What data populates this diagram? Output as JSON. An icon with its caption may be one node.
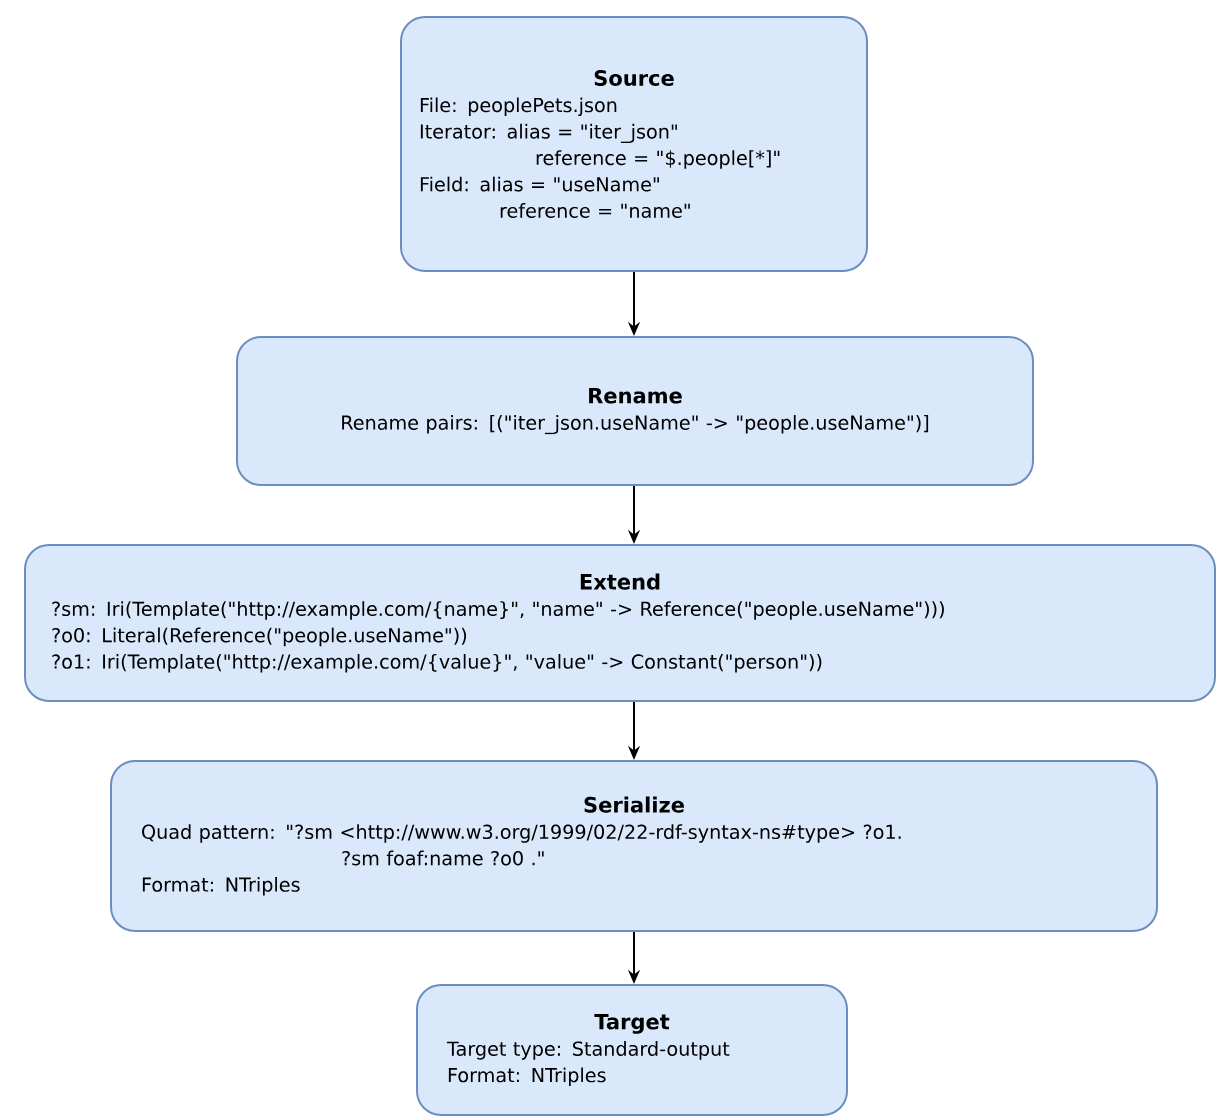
{
  "diagram": {
    "nodes": [
      {
        "text": [
          "Source",
          "File: peoplePets.json",
          "Iterator: alias = \"iter_json\"",
          "reference = \"$.people[*]\"",
          "Field: alias = \"useName\"",
          "reference = \"name\""
        ]
      },
      {
        "text": [
          "Rename",
          "Rename pairs: [(\"iter_json.useName\" -> \"people.useName\")]"
        ]
      },
      {
        "text": [
          "Extend",
          "?sm: Iri(Template(\"http://example.com/{name}\", \"name\" -> Reference(\"people.useName\")))",
          "?o0: Literal(Reference(\"people.useName\"))",
          "?o1: Iri(Template(\"http://example.com/{value}\", \"value\" -> Constant(\"person\"))"
        ]
      },
      {
        "text": [
          "Serialize",
          "Quad pattern: \"?sm <http://www.w3.org/1999/02/22-rdf-syntax-ns#type> ?o1.",
          "?sm foaf:name ?o0 .\"",
          "Format: NTriples"
        ]
      },
      {
        "text": [
          "Target",
          "Target type: Standard-output",
          "Format: NTriples"
        ]
      }
    ],
    "edges": [
      {
        "from": 0,
        "to": 1,
        "arrow": "to"
      },
      {
        "from": 1,
        "to": 2,
        "arrow": "to"
      },
      {
        "from": 2,
        "to": 3,
        "arrow": "to"
      },
      {
        "from": 3,
        "to": 4,
        "arrow": "to"
      }
    ]
  }
}
